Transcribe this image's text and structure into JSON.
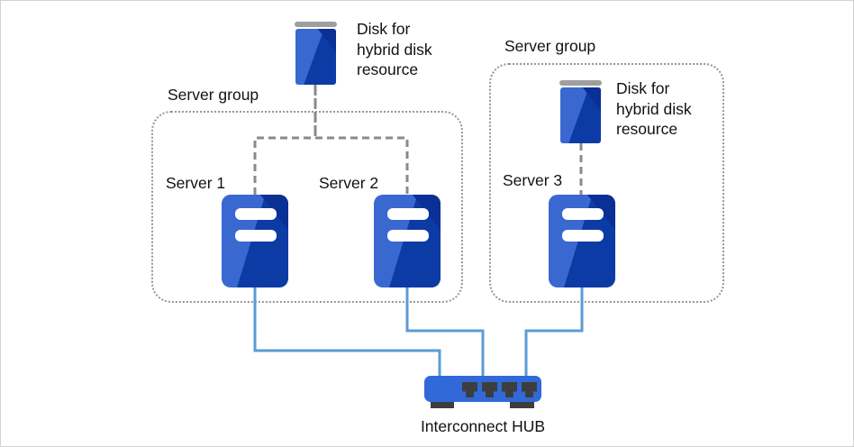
{
  "labels": {
    "group1": "Server group",
    "group2": "Server group",
    "disk1": "Disk for\nhybrid disk\nresource",
    "disk2": "Disk for\nhybrid disk\nresource",
    "server1": "Server 1",
    "server2": "Server 2",
    "server3": "Server 3",
    "hub": "Interconnect HUB"
  },
  "colors": {
    "icon_blue": "#3968d1",
    "icon_blue_dark": "#0d3ba5",
    "icon_blue_wedge": "#0a2f95",
    "hub_blue": "#3269d8",
    "connection_blue": "#5b9bd5",
    "connector_gray": "#8a8a8a",
    "group_border_gray": "#969696",
    "disk_cap_gray": "#9e9e9e",
    "port_dark": "#3d3d3d",
    "canvas_border": "#d2d2d2"
  }
}
